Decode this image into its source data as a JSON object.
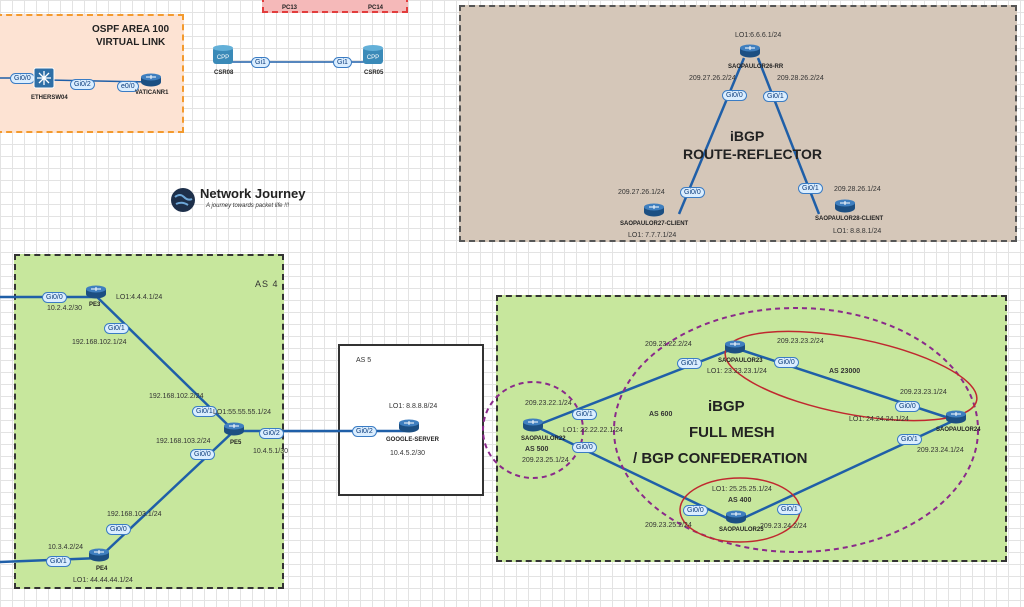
{
  "ospf": {
    "title_line1": "OSPF AREA 100",
    "title_line2": "VIRTUAL LINK",
    "sw_name": "ETHERSW04",
    "rtr_name": "VATICANR1",
    "p1": "Gi0/0",
    "p2": "Gi0/2",
    "p3": "e0/0"
  },
  "top": {
    "pc1": "PC13",
    "pc2": "PC14"
  },
  "csr": {
    "left_name": "CSR08",
    "right_name": "CSR05",
    "left_port": "Gi1",
    "right_port": "Gi1"
  },
  "logo": {
    "title": "Network Journey",
    "subtitle": "A journey towards packet life !!!"
  },
  "rr": {
    "title_line1": "iBGP",
    "title_line2": "ROUTE-REFLECTOR",
    "rr_lo": "LO1:6.6.6.1/24",
    "rr_name": "SAOPAULOR26-RR",
    "ip_left": "209.27.26.2/24",
    "ip_right": "209.28.26.2/24",
    "rr_p1": "Gi0/0",
    "rr_p2": "Gi0/1",
    "c1_ip": "209.27.26.1/24",
    "c1_port": "Gi0/0",
    "c1_name": "SAOPAULOR27-CLIENT",
    "c1_lo": "LO1: 7.7.7.1/24",
    "c2_ip": "209.28.26.1/24",
    "c2_port": "Gi0/1",
    "c2_name": "SAOPAULOR28-CLIENT",
    "c2_lo": "LO1: 8.8.8.1/24"
  },
  "as4": {
    "title": "AS 4",
    "pe3_port": "Gi0/0",
    "pe3_ip": "10.2.4.2/30",
    "pe3_name": "PE3",
    "pe3_lo": "LO1:4.4.4.1/24",
    "pe3_p2": "Gi0/1",
    "pe3_p2_ip": "192.168.102.1/24",
    "pe5_ip_a": "192.168.102.2/24",
    "pe5_p1": "Gi0/1",
    "pe5_lo": "LO1:55.55.55.1/24",
    "pe5_ip_b": "192.168.103.2/24",
    "pe5_p2": "Gi0/0",
    "pe5_name": "PE5",
    "pe5_p3": "Gi0/2",
    "pe5_ip_c": "10.4.5.1/30",
    "pe4_ip_a": "192.168.103.1/24",
    "pe4_p1": "Gi0/0",
    "pe4_ip_b": "10.3.4.2/24",
    "pe4_p2": "Gi0/1",
    "pe4_name": "PE4",
    "pe4_lo": "LO1: 44.44.44.1/24"
  },
  "as5": {
    "title": "AS 5",
    "lo": "LO1: 8.8.8.8/24",
    "port": "Gi0/2",
    "name": "GOOGLE-SERVER",
    "ip": "10.4.5.2/30"
  },
  "mesh": {
    "title_line1": "iBGP",
    "title_line2": "FULL MESH",
    "title_line3": "/ BGP CONFEDERATION",
    "as500": "AS 500",
    "as600": "AS 600",
    "as23000": "AS 23000",
    "as400": "AS 400",
    "r22_name": "SAOPAULOR22",
    "r22_ip1": "209.23.22.1/24",
    "r22_p1": "Gi0/1",
    "r22_lo": "LO1: 22.22.22.1/24",
    "r22_p2": "Gi0/0",
    "r22_ip2": "209.23.25.1/24",
    "r23_ip": "209.23.22.2/24",
    "r23_p1": "Gi0/1",
    "r23_name": "SAOPAULOR23",
    "r23_lo": "LO1: 23.23.23.1/24",
    "r23_p2": "Gi0/0",
    "r23_ip2": "209.23.23.2/24",
    "r24_ip1": "209.23.23.1/24",
    "r24_p1": "Gi0/0",
    "r24_lo": "LO1: 24.24.24.1/24",
    "r24_name": "SAOPAULOR24",
    "r24_p2": "Gi0/1",
    "r24_ip2": "209.23.24.1/24",
    "r25_lo": "LO1: 25.25.25.1/24",
    "r25_p1": "Gi0/0",
    "r25_ip1": "209.23.25.2/24",
    "r25_name": "SAOPAULOR25",
    "r25_p2": "Gi0/1",
    "r25_ip2": "209.23.24.2/24"
  }
}
